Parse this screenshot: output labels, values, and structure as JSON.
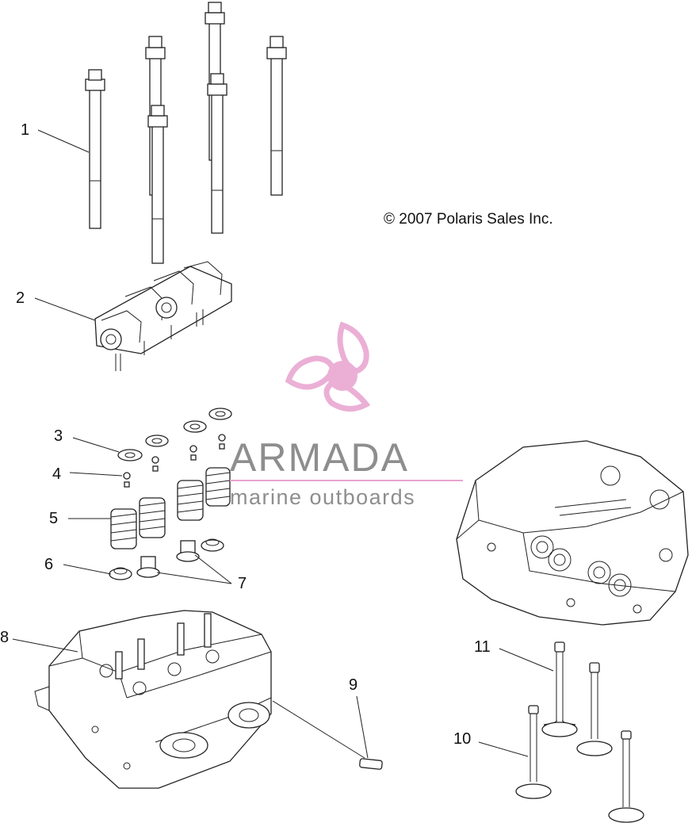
{
  "copyright": "© 2007 Polaris Sales Inc.",
  "watermark": {
    "title": "ARMADA",
    "subtitle": "marine outboards",
    "logo_icon": "propeller-icon",
    "accent_color": "#e8a2cf"
  },
  "callouts": [
    "1",
    "2",
    "3",
    "4",
    "5",
    "6",
    "7",
    "8",
    "9",
    "10",
    "11"
  ]
}
